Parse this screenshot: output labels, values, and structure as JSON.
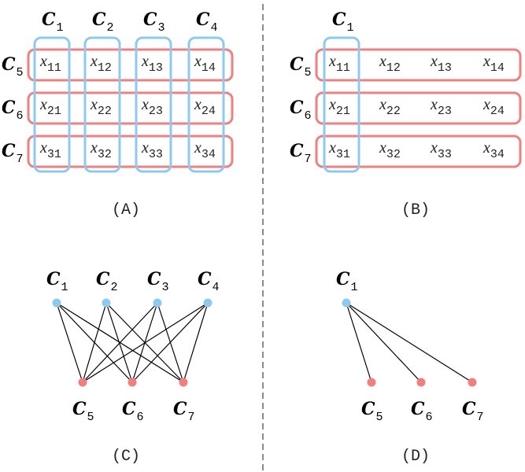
{
  "colors": {
    "column_node": "#8ec9f2",
    "row_node": "#f08080",
    "edge": "#000000",
    "divider": "#666666"
  },
  "symbol_letter": "C",
  "columns": [
    "1",
    "2",
    "3",
    "4"
  ],
  "rows": [
    "5",
    "6",
    "7"
  ],
  "matrix": [
    [
      {
        "x": "x",
        "sub": "11"
      },
      {
        "x": "x",
        "sub": "12"
      },
      {
        "x": "x",
        "sub": "13"
      },
      {
        "x": "x",
        "sub": "14"
      }
    ],
    [
      {
        "x": "x",
        "sub": "21"
      },
      {
        "x": "x",
        "sub": "22"
      },
      {
        "x": "x",
        "sub": "23"
      },
      {
        "x": "x",
        "sub": "24"
      }
    ],
    [
      {
        "x": "x",
        "sub": "31"
      },
      {
        "x": "x",
        "sub": "32"
      },
      {
        "x": "x",
        "sub": "33"
      },
      {
        "x": "x",
        "sub": "34"
      }
    ]
  ],
  "panels": {
    "a": {
      "label": "(A)"
    },
    "b": {
      "label": "(B)"
    },
    "c": {
      "label": "(C)"
    },
    "d": {
      "label": "(D)"
    }
  },
  "graph_c": {
    "top": [
      "1",
      "2",
      "3",
      "4"
    ],
    "bottom": [
      "5",
      "6",
      "7"
    ],
    "edges": "all-to-all"
  },
  "graph_d": {
    "top": [
      "1"
    ],
    "bottom": [
      "5",
      "6",
      "7"
    ],
    "edges": "star"
  }
}
